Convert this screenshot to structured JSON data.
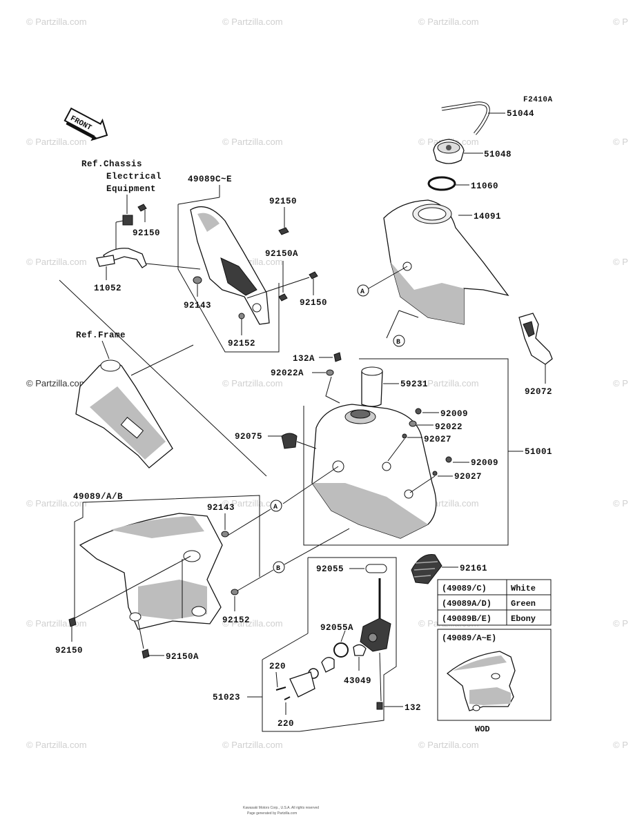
{
  "figure_code": "F2410A",
  "front_label": "FRONT",
  "watermark": "© Partzilla.com",
  "watermark_short": "© P",
  "refs": {
    "chassis_1": "Ref.Chassis",
    "chassis_2": "Electrical",
    "chassis_3": "Equipment",
    "frame": "Ref.Frame"
  },
  "parts": {
    "p51044": "51044",
    "p51048": "51048",
    "p11060": "11060",
    "p14091": "14091",
    "p49089ce": "49089C~E",
    "p92150_a": "92150",
    "p92150_b": "92150",
    "p92150_c": "92150",
    "p92150_d": "92150",
    "p92150A_a": "92150A",
    "p92150A_b": "92150A",
    "p92143_a": "92143",
    "p92143_b": "92143",
    "p92152_a": "92152",
    "p92152_b": "92152",
    "p11052": "11052",
    "p132A": "132A",
    "p92022A": "92022A",
    "p59231": "59231",
    "p92072": "92072",
    "p92009_a": "92009",
    "p92009_b": "92009",
    "p92022": "92022",
    "p92027_a": "92027",
    "p92027_b": "92027",
    "p51001": "51001",
    "p92075": "92075",
    "p49089ab": "49089/A/B",
    "p92161": "92161",
    "p92055": "92055",
    "p92055A": "92055A",
    "p43049": "43049",
    "p220_a": "220",
    "p220_b": "220",
    "p51023": "51023",
    "p132": "132"
  },
  "callouts": {
    "a": "A",
    "b": "B"
  },
  "color_table": {
    "rows": [
      {
        "code": "(49089/C)",
        "color": "White"
      },
      {
        "code": "(49089A/D)",
        "color": "Green"
      },
      {
        "code": "(49089B/E)",
        "color": "Ebony"
      }
    ]
  },
  "wod_box": {
    "title": "(49089/A~E)",
    "caption": "WOD"
  },
  "footer": {
    "line1": "Kawasaki Motors Corp., U.S.A. All rights reserved",
    "line2": "Page generated by Partzilla.com"
  }
}
